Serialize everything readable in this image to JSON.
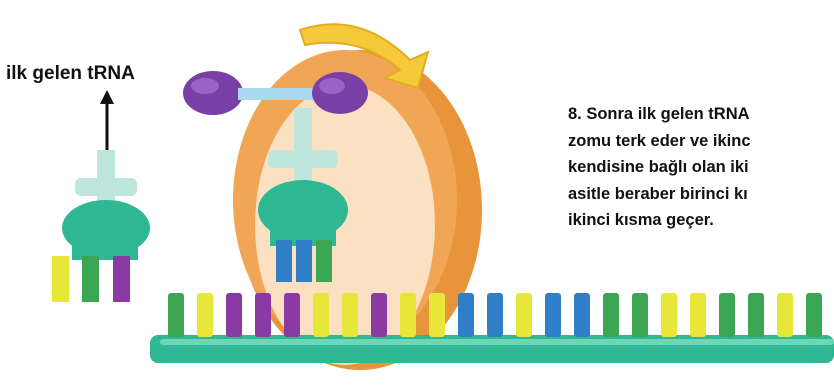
{
  "labels": {
    "first_trna": "ilk gelen tRNA"
  },
  "caption": {
    "lines": [
      "8. Sonra ilk gelen tRNA",
      "zomu terk eder ve ikinc",
      "kendisine bağlı olan iki",
      "asitle beraber birinci kı",
      "ikinci kısma geçer."
    ]
  },
  "colors": {
    "ribosome_outer": "#e8943a",
    "ribosome_inner": "#fbe0c2",
    "trna_body": "#2fb893",
    "trna_light": "#bfe6dc",
    "amino_acid": "#7a3fa6",
    "peptide_bond": "#a8d9ef",
    "mrna_strand": "#2fb893",
    "arrow_yellow": "#f6c93b",
    "base_yellow": "#e9e63a",
    "base_green": "#3aa653",
    "base_purple": "#8a3aa3",
    "base_blue": "#2f7fc7"
  },
  "mrna_bases": [
    "green",
    "yellow",
    "purple",
    "purple",
    "purple",
    "yellow",
    "yellow",
    "purple",
    "yellow",
    "yellow",
    "blue",
    "blue",
    "yellow",
    "blue",
    "blue",
    "green",
    "green",
    "yellow",
    "yellow",
    "green",
    "green",
    "yellow",
    "green"
  ]
}
